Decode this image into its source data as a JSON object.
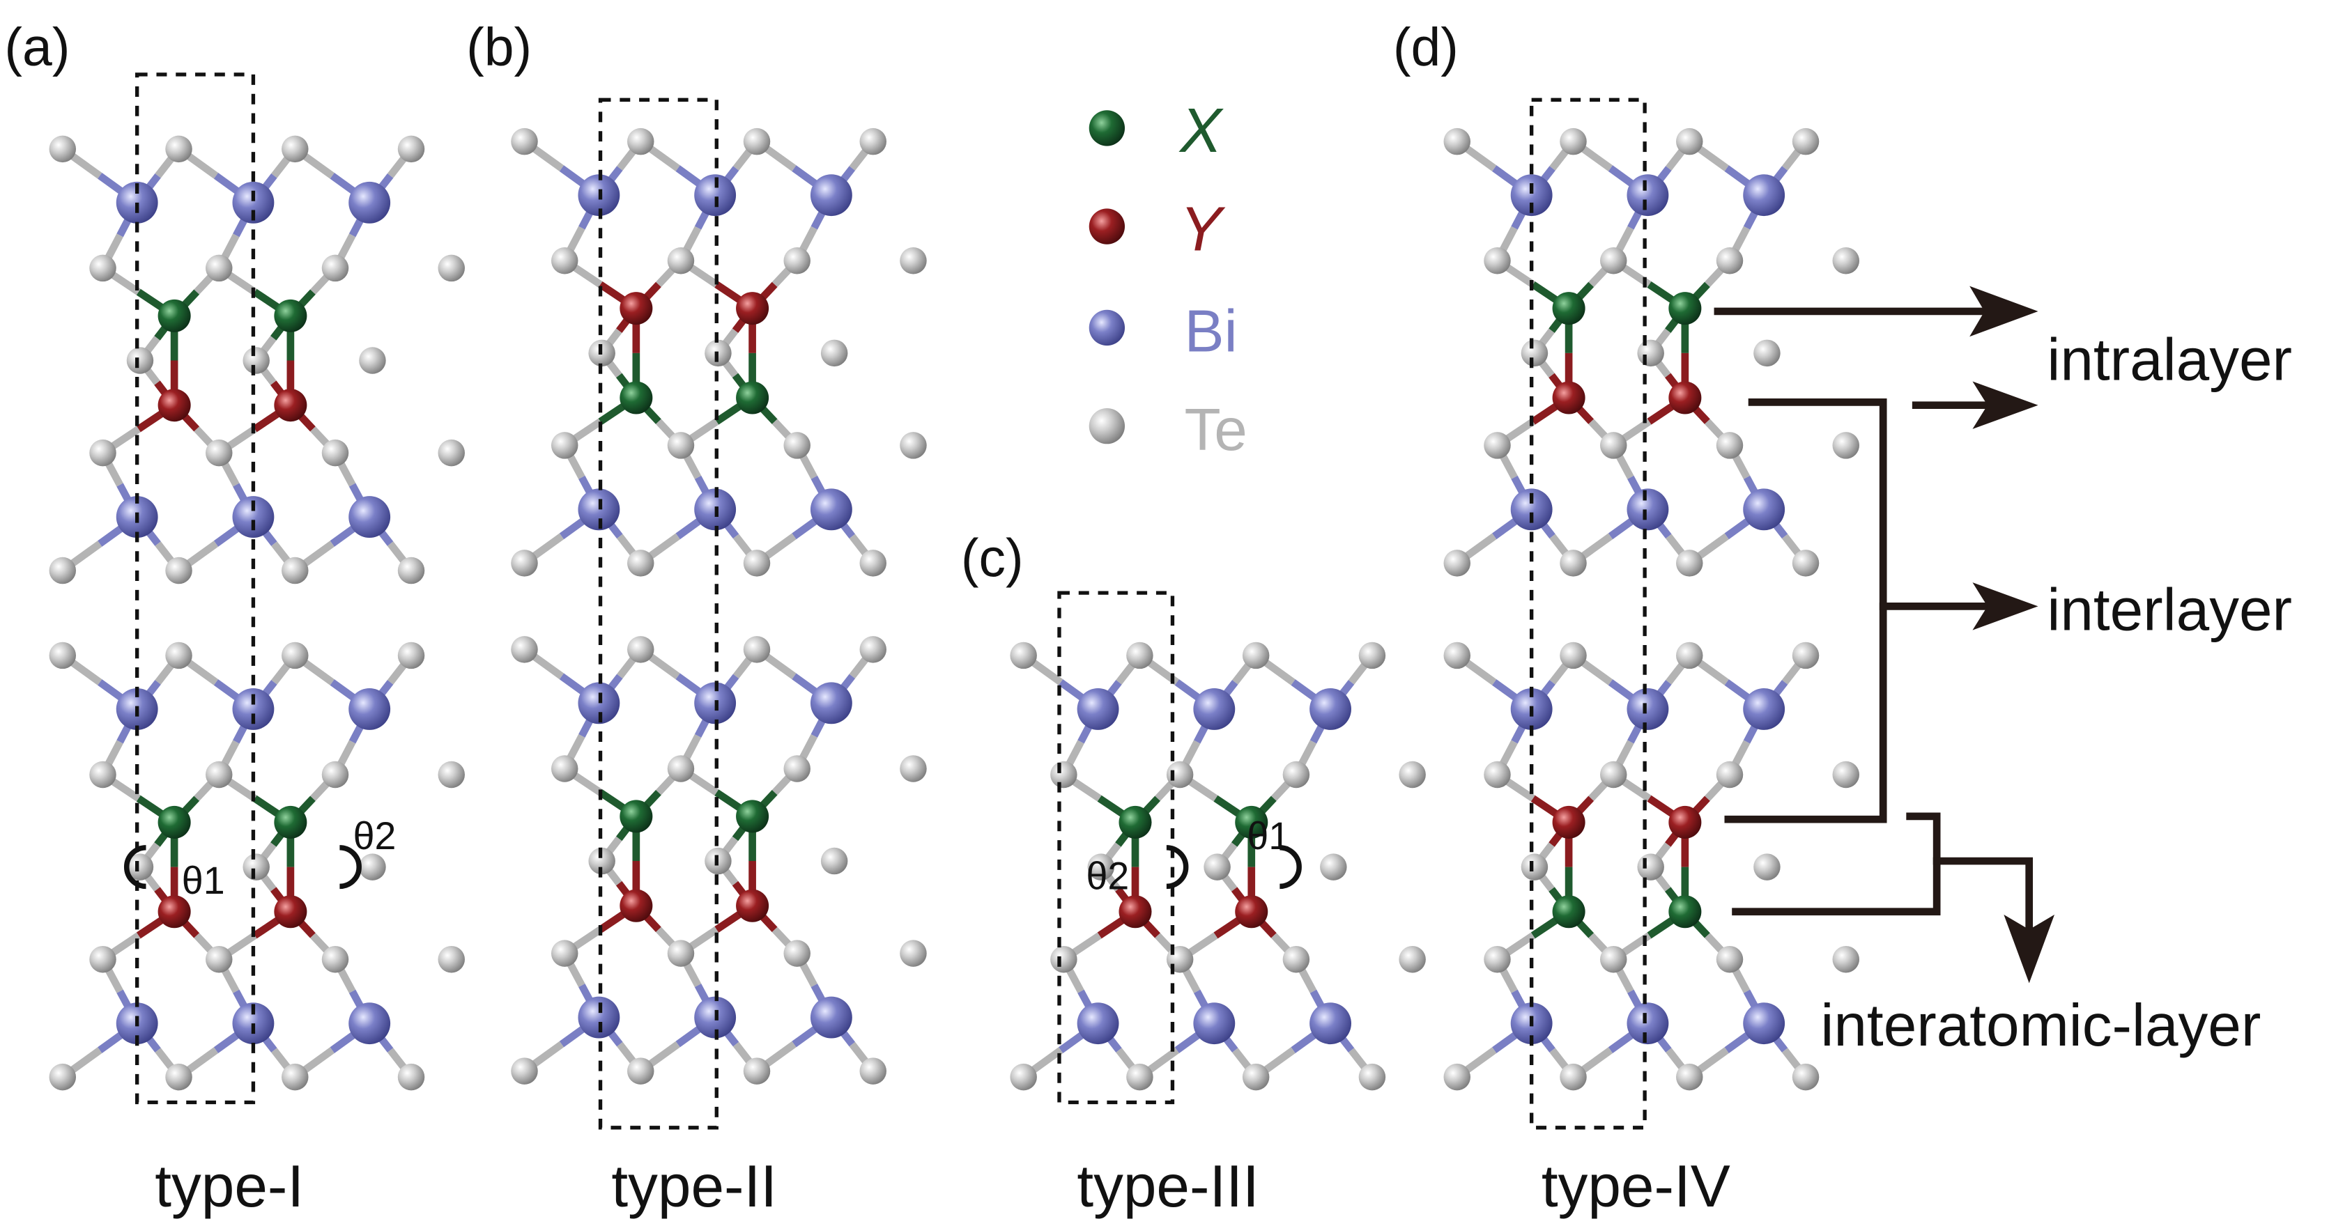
{
  "panels": [
    {
      "id": "a",
      "label": "(a)",
      "type": "type-I",
      "top": "XY",
      "bottom": "XY",
      "angles": [
        "θ1",
        "θ2"
      ]
    },
    {
      "id": "b",
      "label": "(b)",
      "type": "type-II",
      "top": "YX",
      "bottom": "XY",
      "angles": []
    },
    {
      "id": "c",
      "label": "(c)",
      "type": "type-III",
      "bottom": "XY",
      "angles": [
        "θ2",
        "θ1"
      ]
    },
    {
      "id": "d",
      "label": "(d)",
      "type": "type-IV",
      "top": "XY",
      "bottom": "YX",
      "angles": []
    }
  ],
  "legend": [
    {
      "symbol": "X",
      "color": "#1f5a2e",
      "italic": true
    },
    {
      "symbol": "Y",
      "color": "#8b1c1f",
      "italic": true
    },
    {
      "symbol": "Bi",
      "color": "#7a7fc4",
      "italic": false
    },
    {
      "symbol": "Te",
      "color": "#b4b4b4",
      "italic": false
    }
  ],
  "annotations": {
    "intralayer": "intralayer",
    "interlayer": "interlayer",
    "interatomic": "interatomic-layer"
  },
  "colors": {
    "X": "#1f5a2e",
    "Y": "#8b1c1f",
    "Bi": "#7a7fc4",
    "Te": "#b4b4b4",
    "arrow": "#231815"
  }
}
